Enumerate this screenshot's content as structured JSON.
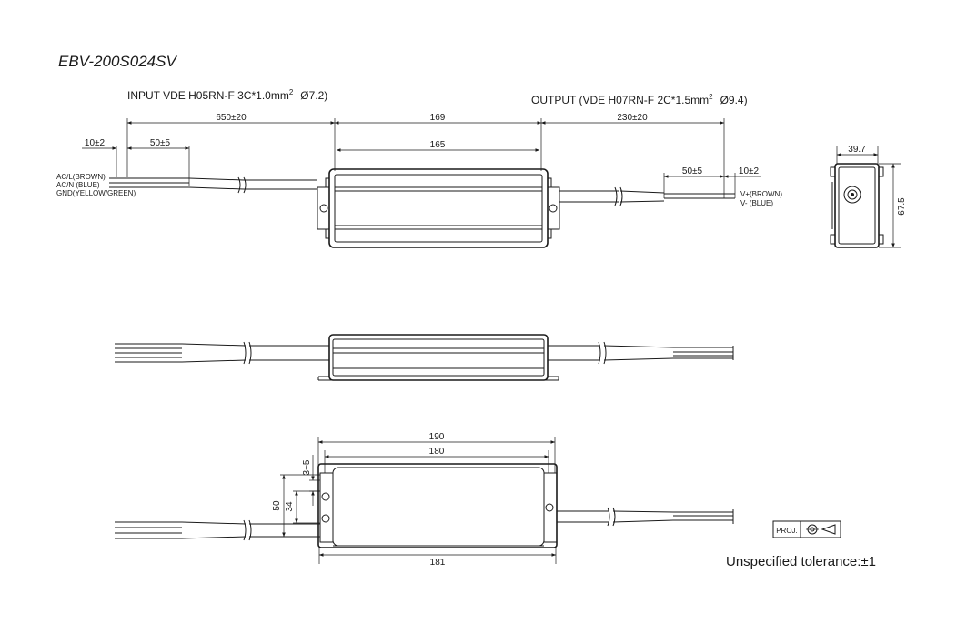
{
  "title": "EBV-200S024SV",
  "input_cable": {
    "label": "INPUT VDE H05RN-F 3C*1.0mm",
    "sup": "2",
    "dia": "Ø7.2)"
  },
  "output_cable": {
    "label": "OUTPUT (VDE H07RN-F 2C*1.5mm",
    "sup": "2",
    "dia": "Ø9.4)"
  },
  "top_view": {
    "dims": {
      "input_length": "650±20",
      "body_length": "169",
      "output_length": "230±20",
      "inner_length": "165",
      "input_strip": "10±2",
      "input_jacket": "50±5",
      "output_jacket": "50±5",
      "output_strip": "10±2"
    },
    "input_wires": [
      "AC/L(BROWN)",
      "AC/N (BLUE)",
      "GND(YELLOW/GREEN)"
    ],
    "output_wires": [
      "V+(BROWN)",
      "V- (BLUE)"
    ]
  },
  "end_view": {
    "width": "39.7",
    "height": "67.5"
  },
  "bottom_view": {
    "overall": "190",
    "mount_pitch": "180",
    "base": "181",
    "height": "50",
    "slot_pitch": "34",
    "slot": "3~5"
  },
  "projection": {
    "label": "PROJ."
  },
  "tolerance": "Unspecified tolerance:±1"
}
